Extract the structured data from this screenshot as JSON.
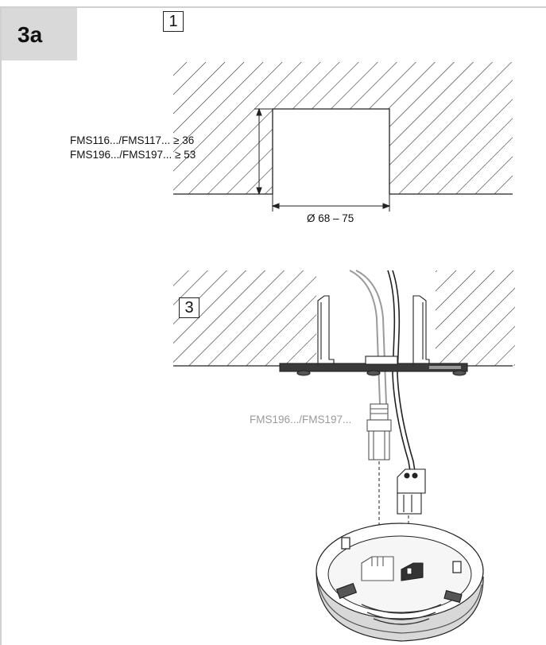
{
  "step": {
    "label": "3a"
  },
  "panel1": {
    "number": "1",
    "depth_line_1": "FMS116.../FMS117... ≥ 36",
    "depth_line_2": "FMS196.../FMS197... ≥ 53",
    "diameter": "Ø 68 – 75"
  },
  "panel3": {
    "number": "3",
    "cable_label": "FMS196.../FMS197..."
  },
  "colors": {
    "badge": "#d9d9d9",
    "ink": "#111111",
    "grey_label": "#9a9a9a"
  }
}
